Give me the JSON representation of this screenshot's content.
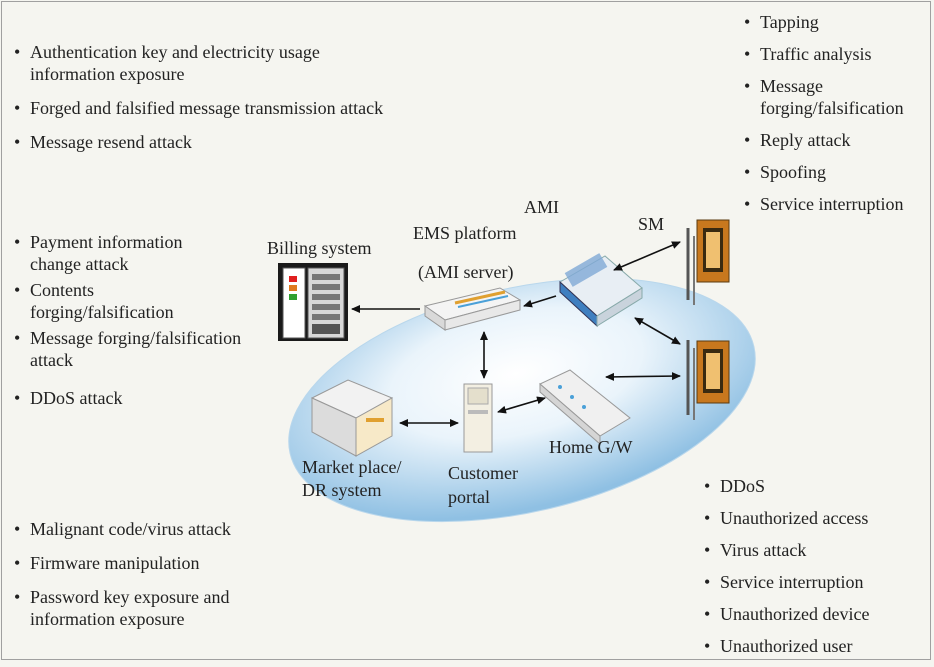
{
  "threats": {
    "top_left": [
      "Authentication key and electricity usage information exposure",
      "Forged and falsified message transmission attack",
      "Message resend attack"
    ],
    "middle_left": [
      "Payment information change attack",
      "Contents forging/falsification",
      "Message forging/falsification attack",
      "DDoS attack"
    ],
    "bottom_left": [
      "Malignant code/virus attack",
      "Firmware manipulation",
      "Password key exposure and information exposure"
    ],
    "top_right": [
      "Tapping",
      "Traffic analysis",
      "Message forging/falsification",
      "Reply attack",
      "Spoofing",
      "Service interruption"
    ],
    "bottom_right": [
      "DDoS",
      "Unauthorized access",
      "Virus attack",
      "Service interruption",
      "Unauthorized device",
      "Unauthorized user"
    ]
  },
  "labels": {
    "ami": "AMI",
    "ems_platform": "EMS platform",
    "ami_server": "(AMI server)",
    "billing_system": "Billing system",
    "sm": "SM",
    "market_place_line1": "Market place/",
    "market_place_line2": "DR system",
    "customer_portal_line1": "Customer",
    "customer_portal_line2": "portal",
    "home_gw": "Home G/W"
  },
  "colors": {
    "ellipse_fill": "#9fc9e6",
    "meter_body": "#c8781e",
    "arrow": "#111111"
  }
}
